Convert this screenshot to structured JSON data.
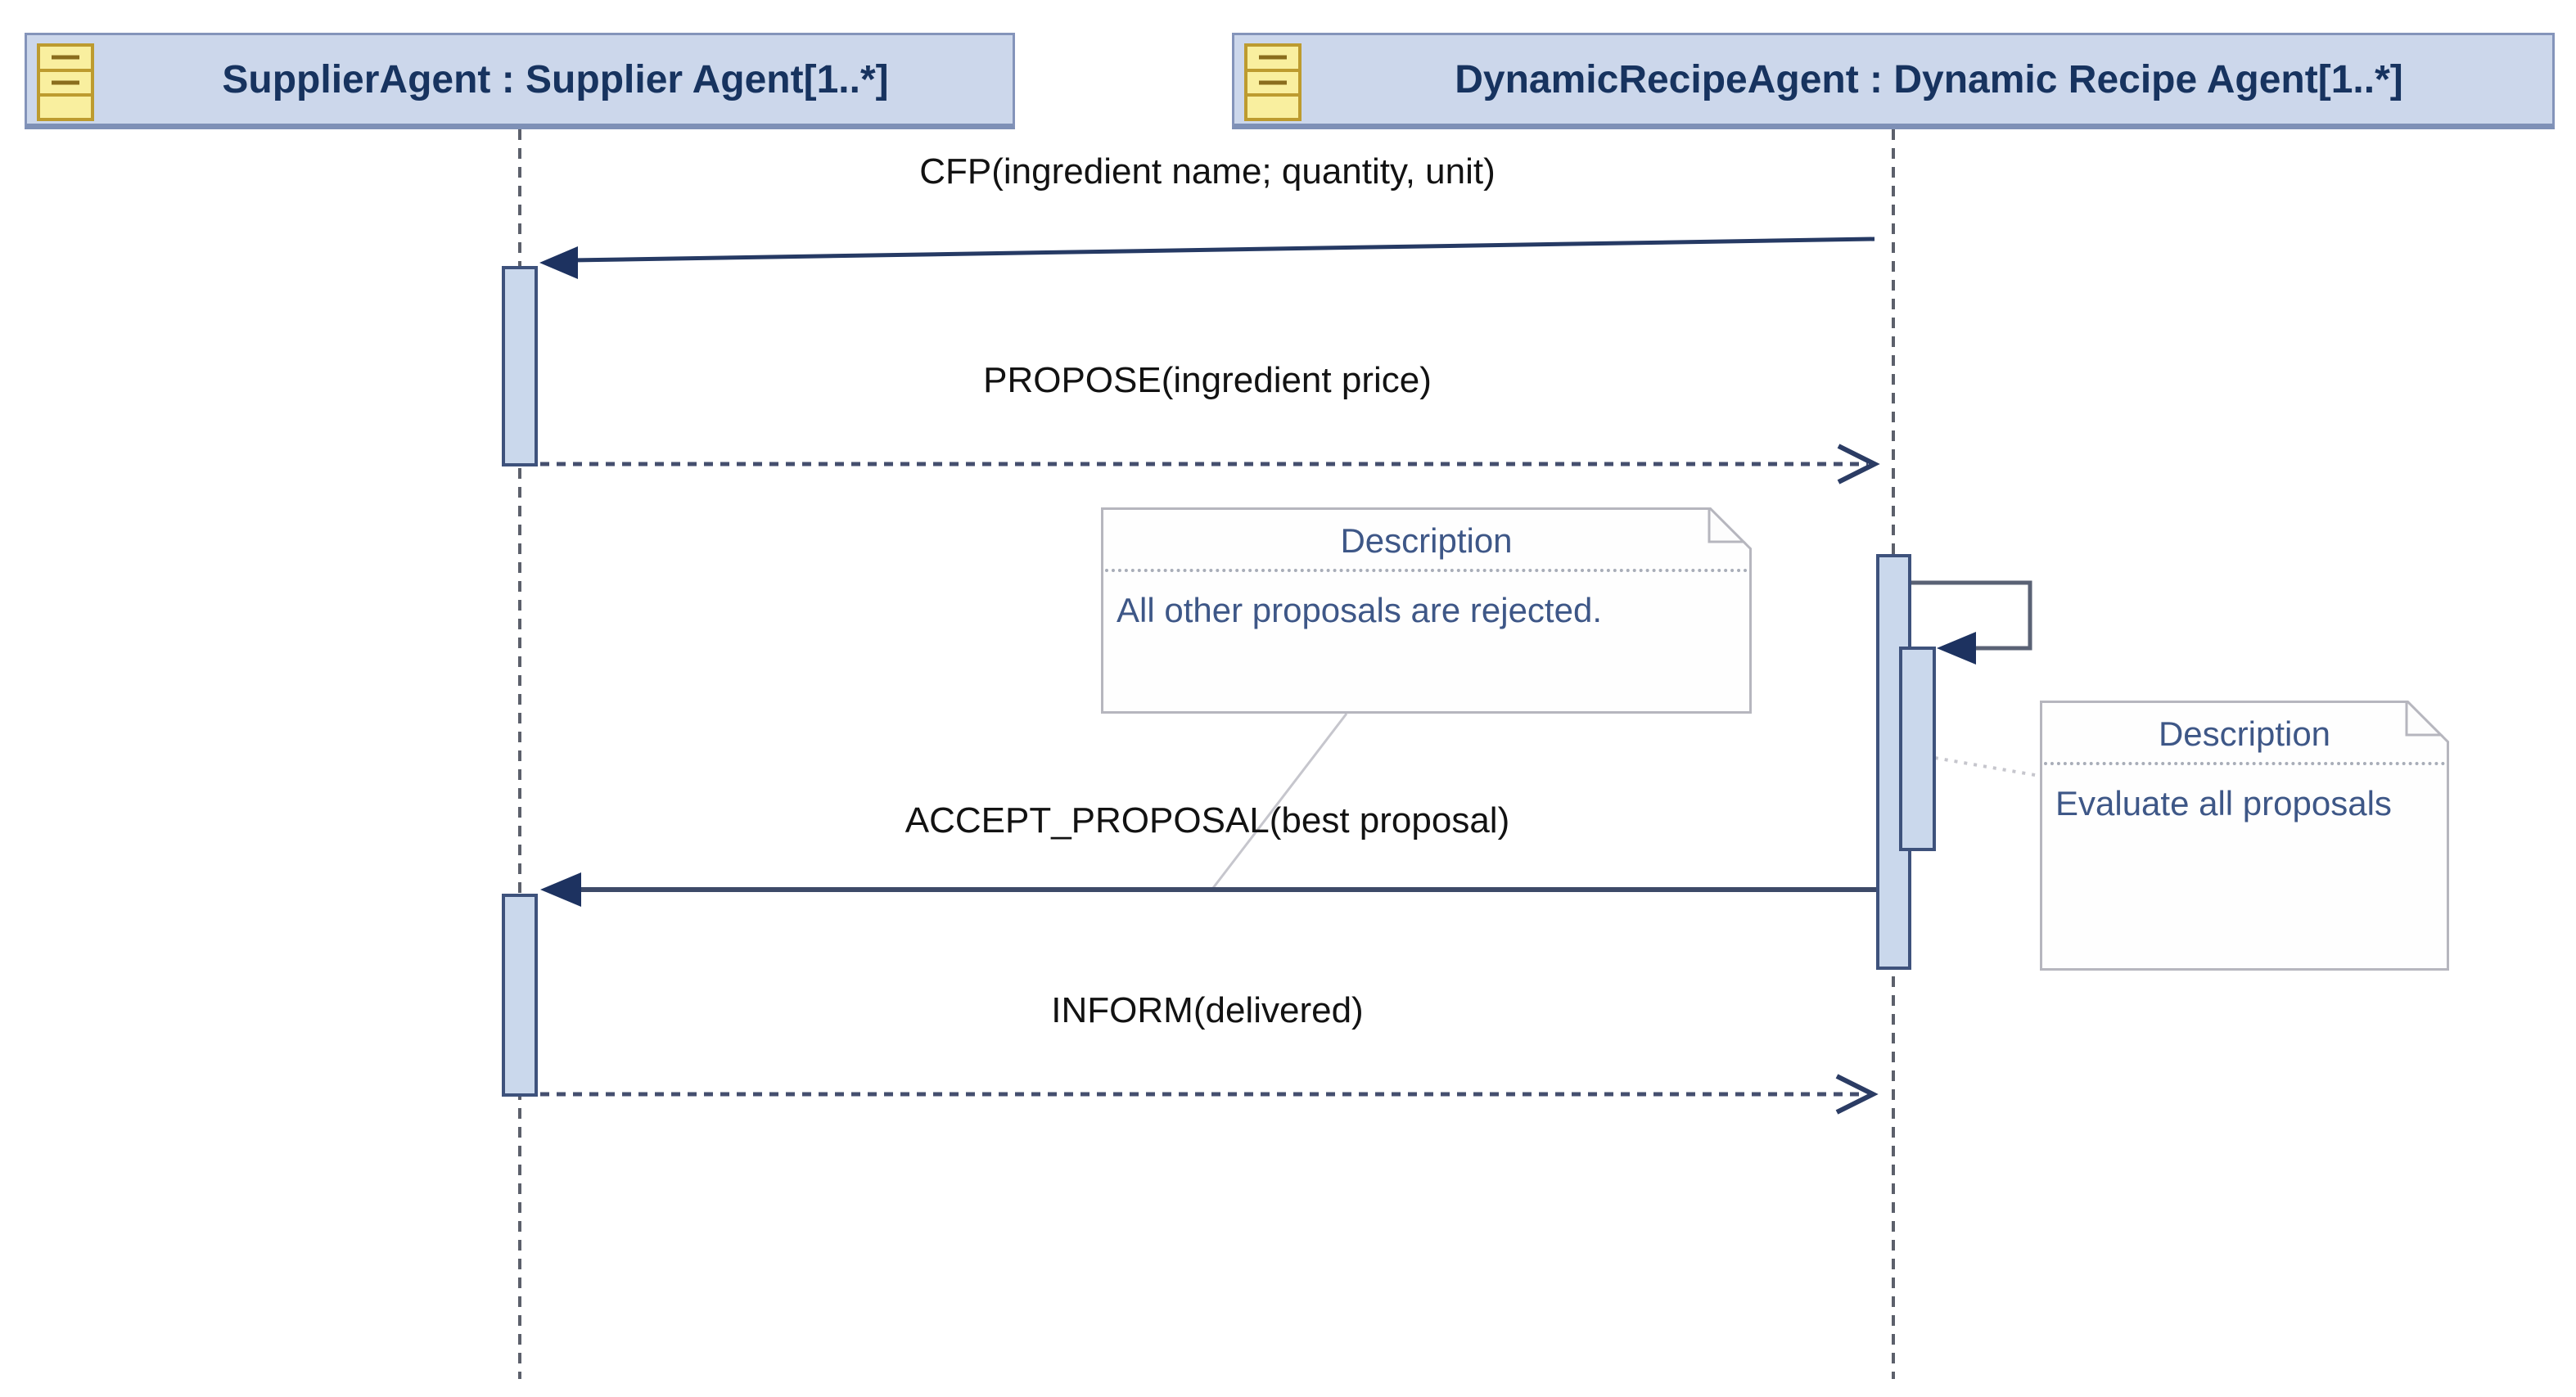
{
  "diagram": {
    "type": "uml-sequence-diagram",
    "participants": [
      {
        "name": "SupplierAgent : Supplier Agent[1..*]",
        "icon": "agent-icon"
      },
      {
        "name": "DynamicRecipeAgent : Dynamic Recipe Agent[1..*]",
        "icon": "agent-icon"
      }
    ],
    "messages": [
      {
        "label": "CFP(ingredient name; quantity, unit)",
        "from": "DynamicRecipeAgent",
        "to": "SupplierAgent",
        "style": "solid-filled-arrow"
      },
      {
        "label": "PROPOSE(ingredient price)",
        "from": "SupplierAgent",
        "to": "DynamicRecipeAgent",
        "style": "dashed-open-arrow"
      },
      {
        "label": "ACCEPT_PROPOSAL(best proposal)",
        "from": "DynamicRecipeAgent",
        "to": "SupplierAgent",
        "style": "solid-filled-arrow"
      },
      {
        "label": "INFORM(delivered)",
        "from": "SupplierAgent",
        "to": "DynamicRecipeAgent",
        "style": "dashed-open-arrow"
      }
    ],
    "self_message": {
      "on": "DynamicRecipeAgent",
      "style": "solid-filled-arrow"
    },
    "notes": [
      {
        "title": "Description",
        "body": "All other proposals are rejected."
      },
      {
        "title": "Description",
        "body": "Evaluate all proposals"
      }
    ],
    "colors": {
      "participant_fill": "#ccd7eb",
      "participant_border": "#8494ba",
      "participant_text": "#17335f",
      "icon_fill": "#f9ef9f",
      "icon_border": "#bd9b2f",
      "activation_fill": "#cad8ec",
      "activation_border": "#3e527c",
      "solid_arrow": "#263a64",
      "dashed_arrow": "#454f6e",
      "lifeline": "#5c606b",
      "note_border": "#b6b6be",
      "note_text": "#3e5787",
      "message_text": "#121212"
    }
  }
}
